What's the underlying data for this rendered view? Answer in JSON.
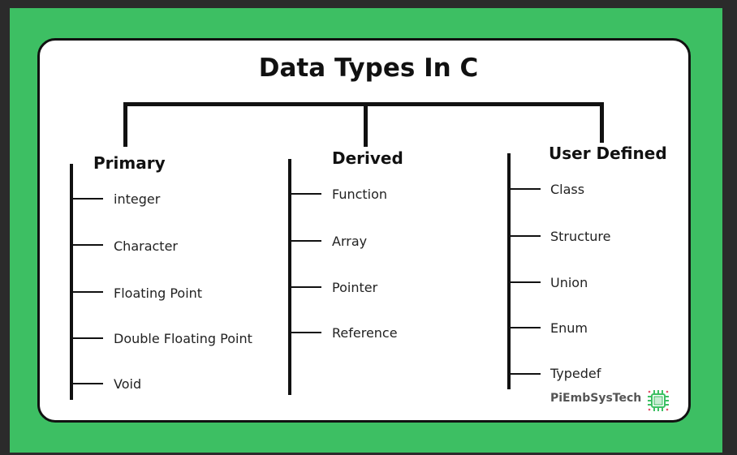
{
  "title": "Data Types In C",
  "branches": [
    {
      "name": "Primary",
      "items": [
        "integer",
        "Character",
        "Floating Point",
        "Double Floating Point",
        "Void"
      ]
    },
    {
      "name": "Derived",
      "items": [
        "Function",
        "Array",
        "Pointer",
        "Reference"
      ]
    },
    {
      "name": "User Defined",
      "items": [
        "Class",
        "Structure",
        "Union",
        "Enum",
        "Typedef"
      ]
    }
  ],
  "brand": {
    "text": "PiEmbSysTech",
    "logo_icon": "chip-icon"
  },
  "colors": {
    "frame": "#3dbf63",
    "card": "#ffffff",
    "line": "#111111"
  }
}
